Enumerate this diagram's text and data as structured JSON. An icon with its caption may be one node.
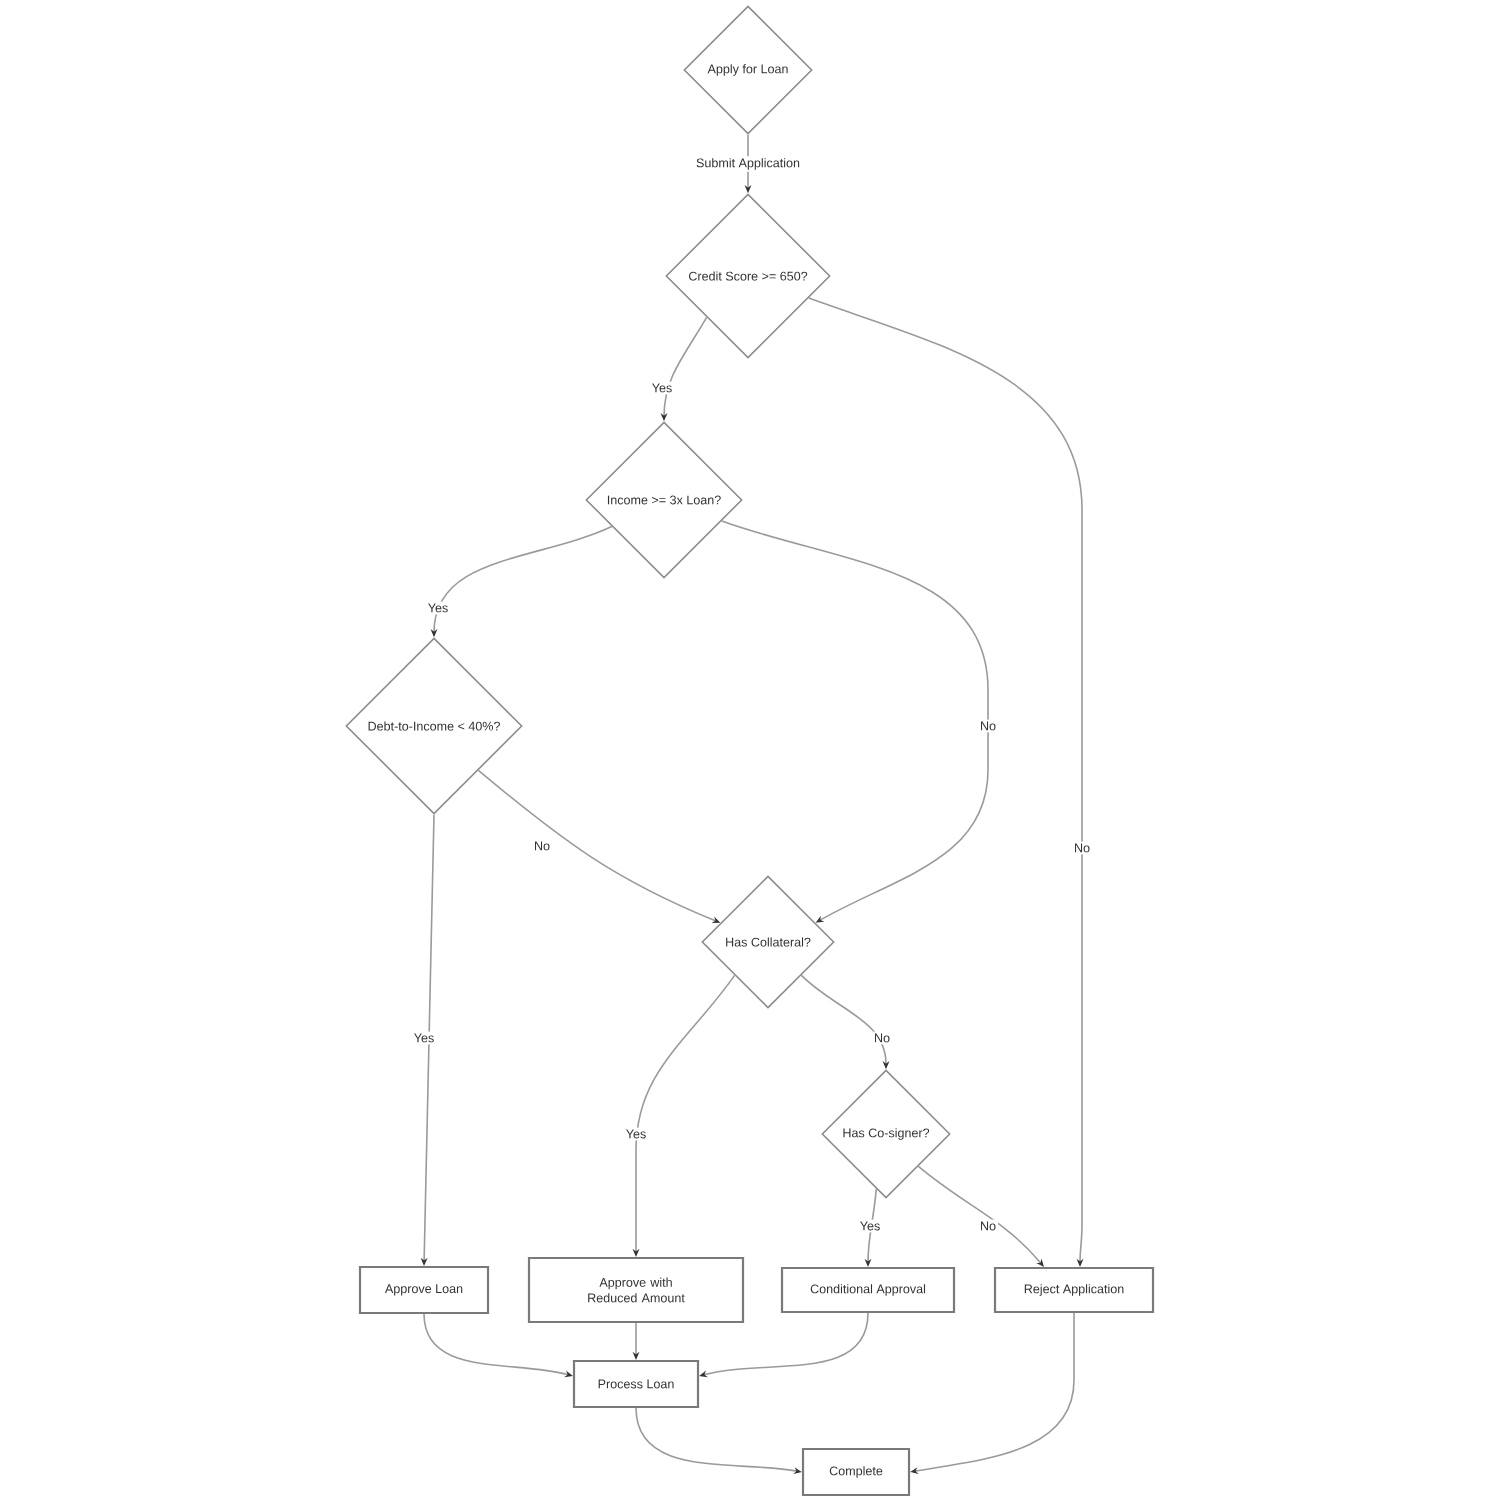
{
  "diagram": {
    "nodes": [
      {
        "text": [
          "Apply for Loan"
        ]
      },
      {
        "text": [
          "Credit Score >= 650?"
        ]
      },
      {
        "text": [
          "Income >= 3x Loan?"
        ]
      },
      {
        "text": [
          "Debt-to-Income < 40%?"
        ]
      },
      {
        "text": [
          "Has Collateral?"
        ]
      },
      {
        "text": [
          "Has Co-signer?"
        ]
      },
      {
        "text": [
          "Approve Loan"
        ]
      },
      {
        "text": [
          "Approve with Reduced Amount"
        ]
      },
      {
        "text": [
          "Conditional Approval"
        ]
      },
      {
        "text": [
          "Reject Application"
        ]
      },
      {
        "text": [
          "Process Loan"
        ]
      },
      {
        "text": [
          "Complete"
        ]
      }
    ],
    "edges": [
      {
        "from": 0,
        "to": 1,
        "arrow": "to",
        "label": "Submit Application"
      },
      {
        "from": 1,
        "to": 2,
        "arrow": "to",
        "label": "Yes"
      },
      {
        "from": 1,
        "to": 9,
        "arrow": "to",
        "label": "No"
      },
      {
        "from": 2,
        "to": 3,
        "arrow": "to",
        "label": "Yes"
      },
      {
        "from": 2,
        "to": 4,
        "arrow": "to",
        "label": "No"
      },
      {
        "from": 3,
        "to": 6,
        "arrow": "to",
        "label": "Yes"
      },
      {
        "from": 3,
        "to": 4,
        "arrow": "to",
        "label": "No"
      },
      {
        "from": 4,
        "to": 7,
        "arrow": "to",
        "label": "Yes"
      },
      {
        "from": 4,
        "to": 5,
        "arrow": "to",
        "label": "No"
      },
      {
        "from": 5,
        "to": 8,
        "arrow": "to",
        "label": "Yes"
      },
      {
        "from": 5,
        "to": 9,
        "arrow": "to",
        "label": "No"
      },
      {
        "from": 6,
        "to": 10,
        "arrow": "to"
      },
      {
        "from": 7,
        "to": 10,
        "arrow": "to"
      },
      {
        "from": 8,
        "to": 10,
        "arrow": "to"
      },
      {
        "from": 10,
        "to": 11,
        "arrow": "to"
      },
      {
        "from": 9,
        "to": 11,
        "arrow": "to"
      }
    ]
  }
}
